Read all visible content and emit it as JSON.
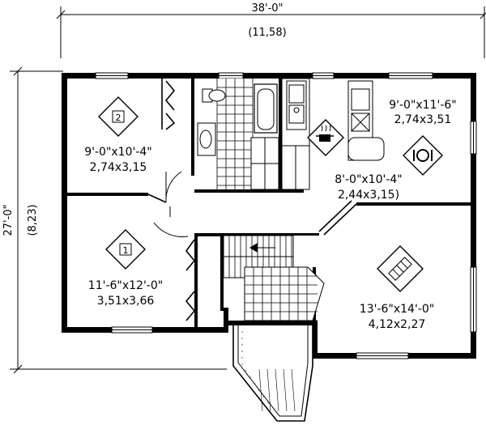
{
  "dimensions": {
    "width_ft": "38'-0\"",
    "width_m": "(11,58)",
    "depth_ft": "27'-0\"",
    "depth_m": "(8,23)"
  },
  "rooms": [
    {
      "id": "bedroom-2",
      "badge": "2",
      "size_ft": "9'-0\"x10'-4\"",
      "size_m": "2,74x3,15"
    },
    {
      "id": "bedroom-1",
      "badge": "1",
      "size_ft": "11'-6\"x12'-0\"",
      "size_m": "3,51x3,66"
    },
    {
      "id": "dining",
      "size_ft": "9'-0\"x11'-6\"",
      "size_m": "2,74x3,51"
    },
    {
      "id": "kitchen",
      "size_ft": "8'-0\"x10'-4\"",
      "size_m": "2,44x3,15)"
    },
    {
      "id": "living",
      "size_ft": "13'-6\"x14'-0\"",
      "size_m": "4,12x2,27"
    }
  ],
  "icons": [
    "bed-icon",
    "kitchen-pot-icon",
    "dining-plate-icon",
    "sofa-icon",
    "bathtub-icon",
    "toilet-icon",
    "stairs-icon"
  ]
}
